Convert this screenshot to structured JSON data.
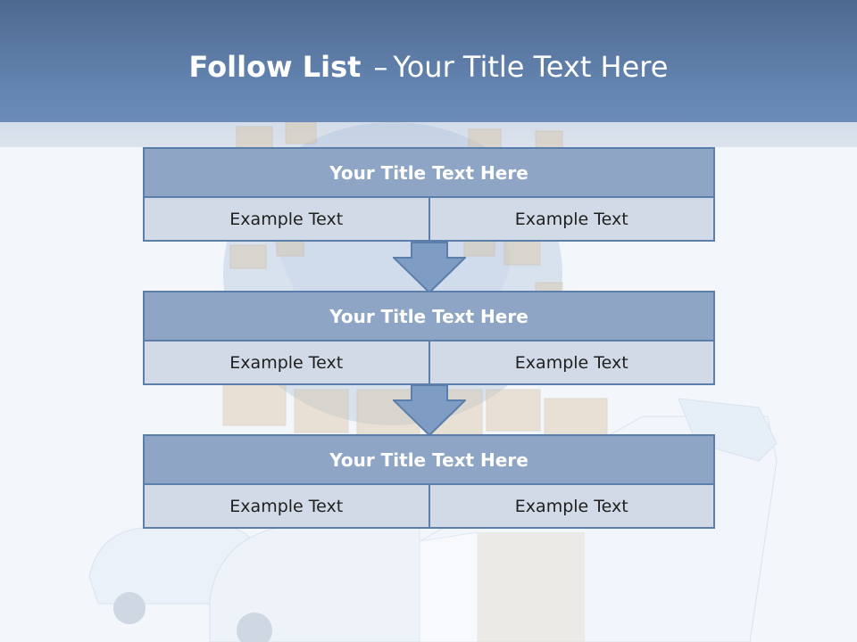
{
  "header": {
    "title_bold": "Follow List",
    "title_separator": "–",
    "title_rest": "Your Title Text Here"
  },
  "blocks": [
    {
      "title": "Your Title Text Here",
      "left": "Example Text",
      "right": "Example Text"
    },
    {
      "title": "Your Title Text Here",
      "left": "Example Text",
      "right": "Example Text"
    },
    {
      "title": "Your Title Text Here",
      "left": "Example Text",
      "right": "Example Text"
    }
  ],
  "colors": {
    "header": "#5b7aa3",
    "block_title": "#8ea5c6",
    "block_cell": "#d3dae7",
    "border": "#5b7eaa",
    "arrow": "#7f9cc4"
  },
  "background_art": "globe-with-boxes-and-delivery-vans"
}
